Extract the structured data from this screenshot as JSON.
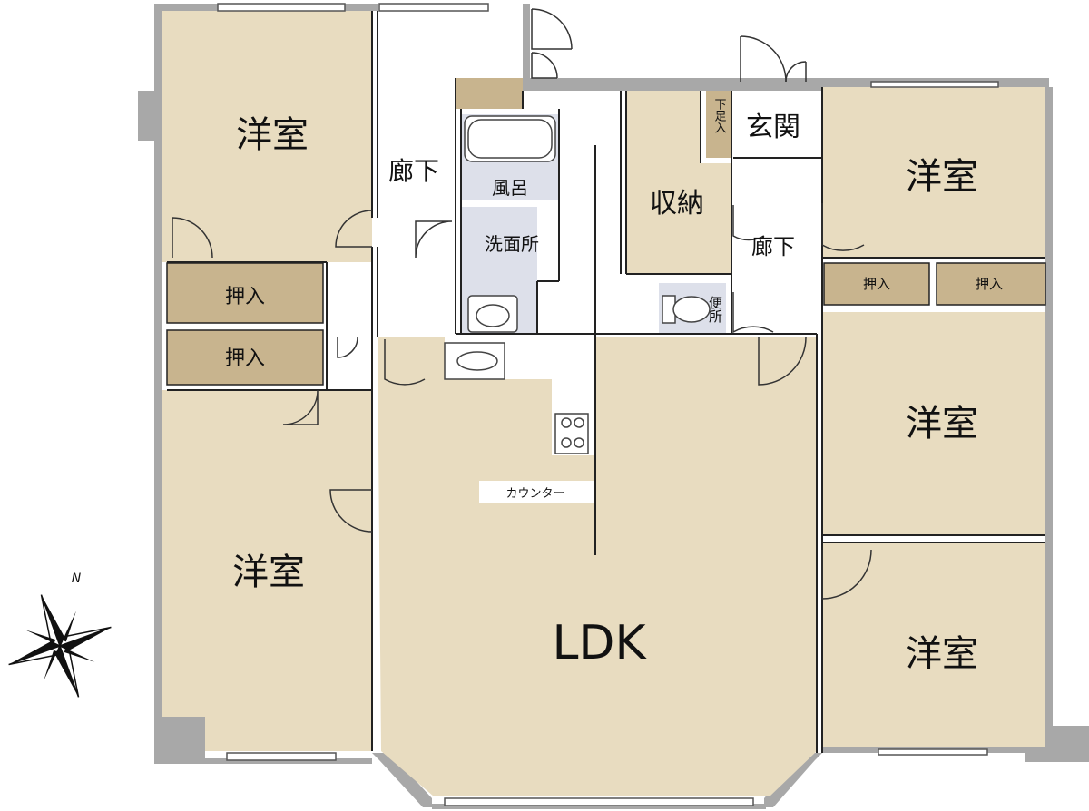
{
  "colors": {
    "room": "#e8dcc0",
    "closet": "#c8b48e",
    "wet": "#dde0ea",
    "wall": "#a8a8a8",
    "line": "#222222",
    "floor_white": "#ffffff"
  },
  "rooms": {
    "western_nw": "洋室",
    "western_sw": "洋室",
    "western_ne": "洋室",
    "western_e": "洋室",
    "western_se": "洋室",
    "ldk": "LDK",
    "storage": "収納",
    "entrance": "玄関",
    "shoe_box": "下足入",
    "hall_left": "廊下",
    "hall_right": "廊下",
    "bath": "風呂",
    "washroom": "洗面所",
    "toilet": "便所",
    "counter": "カウンター",
    "closet_1": "押入",
    "closet_2": "押入",
    "closet_3": "押入",
    "closet_4": "押入"
  },
  "compass": {
    "north_label": "N"
  }
}
